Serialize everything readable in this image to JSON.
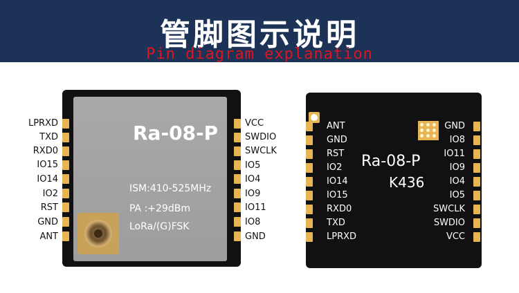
{
  "header": {
    "title_cn": "管脚图示说明",
    "title_en": "Pin diagram explanation"
  },
  "left_module": {
    "name": "Ra-08-P",
    "specs": [
      "ISM:410-525MHz",
      "PA :+29dBm",
      "LoRa/(G)FSK"
    ],
    "left_pins": [
      "LPRXD",
      "TXD",
      "RXD0",
      "IO15",
      "IO14",
      "IO2",
      "RST",
      "GND",
      "ANT"
    ],
    "right_pins": [
      "VCC",
      "SWDIO",
      "SWCLK",
      "IO5",
      "IO4",
      "IO9",
      "IO11",
      "IO8",
      "GND"
    ]
  },
  "right_module": {
    "name": "Ra-08-P",
    "model": "K436",
    "left_pins": [
      "ANT",
      "GND",
      "RST",
      "IO2",
      "IO14",
      "IO15",
      "RXD0",
      "TXD",
      "LPRXD"
    ],
    "right_pins": [
      "GND",
      "IO8",
      "IO11",
      "IO9",
      "IO4",
      "IO5",
      "SWCLK",
      "SWDIO",
      "VCC"
    ]
  },
  "colors": {
    "banner": "#1c3357",
    "title_en": "#e0141e",
    "pad": "#e7b554",
    "pcb": "#111111",
    "shield": "#a9a9a9"
  }
}
